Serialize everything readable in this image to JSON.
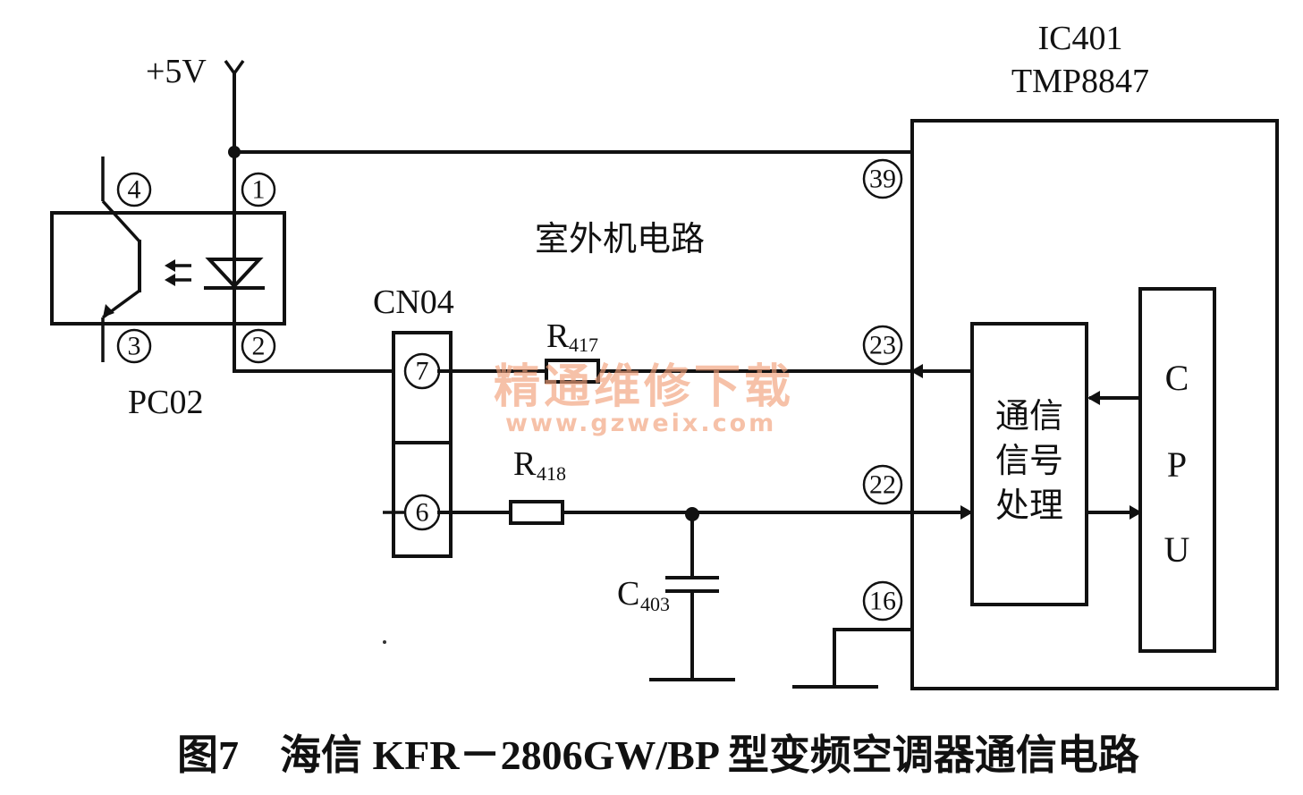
{
  "ic": {
    "ref": "IC401",
    "part": "TMP8847"
  },
  "supply": {
    "label": "+5V"
  },
  "optocoupler": {
    "ref": "PC02",
    "pins": {
      "p1": "1",
      "p2": "2",
      "p3": "3",
      "p4": "4"
    }
  },
  "connector": {
    "ref": "CN04",
    "pin_top": "7",
    "pin_bottom": "6"
  },
  "resistors": {
    "r417": {
      "letter": "R",
      "sub": "417"
    },
    "r418": {
      "letter": "R",
      "sub": "418"
    }
  },
  "capacitor": {
    "letter": "C",
    "sub": "403"
  },
  "ic_pins": {
    "p39": "39",
    "p23": "23",
    "p22": "22",
    "p16": "16"
  },
  "region_label": "室外机电路",
  "signal_block": {
    "line1": "通信",
    "line2": "信号",
    "line3": "处理"
  },
  "cpu_block": {
    "c": "C",
    "p": "P",
    "u": "U"
  },
  "watermark": {
    "text": "精通维修下载",
    "url": "www.gzweix.com"
  },
  "caption": "图7　海信 KFR－2806GW/BP 型变频空调器通信电路"
}
